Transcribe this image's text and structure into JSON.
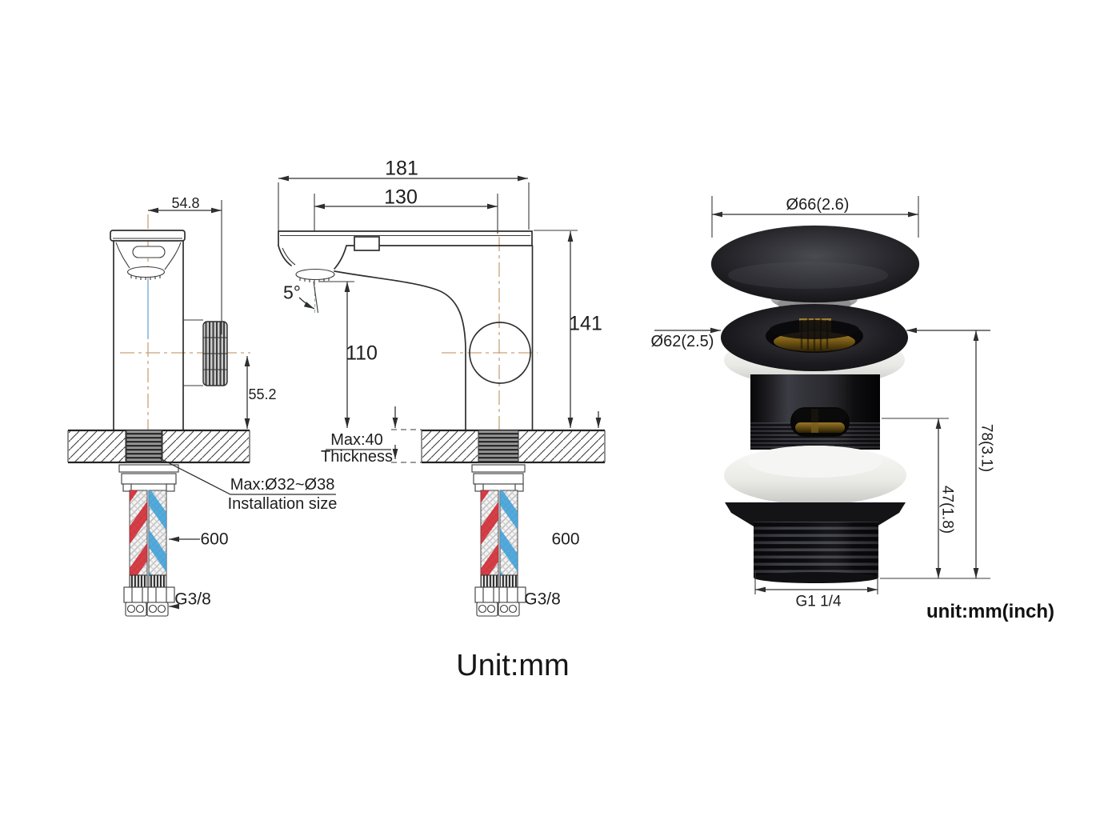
{
  "side_view": {
    "width": "54.8",
    "spout_center_height": "55.2",
    "install_title": "Max:Ø32~Ø38",
    "install_subtitle": "Installation size",
    "hose_length": "600",
    "hose_thread": "G3/8"
  },
  "front_view": {
    "overall_width": "181",
    "spout_reach": "130",
    "spout_angle": "5°",
    "spout_height": "110",
    "overall_height": "141",
    "deck_max": "Max:40",
    "deck_label": "Thickness",
    "hose_length": "600",
    "hose_thread": "G3/8"
  },
  "drain": {
    "cap_diameter": "Ø66(2.6)",
    "flange_diameter": "Ø62(2.5)",
    "overall_height": "78(3.1)",
    "thread_length": "47(1.8)",
    "thread_size": "G1 1/4",
    "unit_note": "unit:mm(inch)"
  },
  "footer": {
    "unit_label": "Unit:mm"
  },
  "colors": {
    "line": "#2e2e2e",
    "centerline": "#c9a078",
    "hose_hot": "#cf2630",
    "hose_cold": "#3f9fd8",
    "water_hint": "#9fc6e8"
  }
}
